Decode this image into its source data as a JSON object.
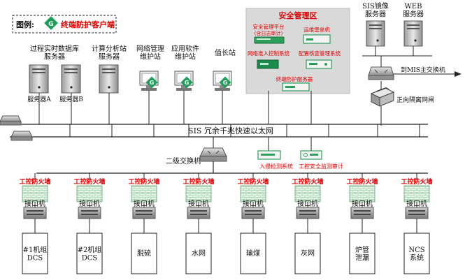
{
  "legend": {
    "prefix": "图例:",
    "icon_letter": "G",
    "label": "终端防护客户端"
  },
  "security_zone": {
    "title": "安全管理区",
    "platform_label": "安全管理平台",
    "platform_sub": "(含日志审计)",
    "bastion_label": "运维堡垒机",
    "nac_label": "网络准入控制系统",
    "config_check_label": "配置核查管理系统",
    "endpoint_server_label": "终端防护服务器"
  },
  "servers": {
    "sis_mirror": "SIS镜像\n服务器",
    "web": "WEB\n服务器",
    "historian": "过程实时数据库\n服务器",
    "server_a": "服务器A",
    "server_b": "服务器B",
    "calc": "计算分析站\n服务器",
    "netmgmt": "网络管理\n维护站",
    "appsoft": "应用软件\n维护站",
    "duty": "值长站"
  },
  "network": {
    "backbone": "SIS 冗余千兆快速以太网",
    "mis_link": "到MIS主交换机",
    "isolation": "正向隔离网闸",
    "secondary_switch": "二级交换机",
    "ids": "入侵检测系统",
    "ics_audit": "工控安全监测审计"
  },
  "subsystems": [
    {
      "firewall": "工控防火墙",
      "interface": "接口机",
      "name": "#1机组\nDCS"
    },
    {
      "firewall": "工控防火墙",
      "interface": "接口机",
      "name": "#2机组\nDCS"
    },
    {
      "firewall": "工控防火墙",
      "interface": "接口机",
      "name": "脱硫"
    },
    {
      "firewall": "工控防火墙",
      "interface": "接口机",
      "name": "水网"
    },
    {
      "firewall": "工控防火墙",
      "interface": "接口机",
      "name": "输煤"
    },
    {
      "firewall": "工控防火墙",
      "interface": "接口机",
      "name": "灰网"
    },
    {
      "firewall": "工控防火墙",
      "interface": "接口机",
      "name": "炉管\n泄漏"
    },
    {
      "firewall": "工控防火墙",
      "interface": "接口机",
      "name": "NCS\n系统"
    }
  ],
  "colors": {
    "accent_red": "#e00000",
    "client_green": "#1e9e5a",
    "device_green": "#2aa05a",
    "zone_bg": "#d9d9d9"
  }
}
